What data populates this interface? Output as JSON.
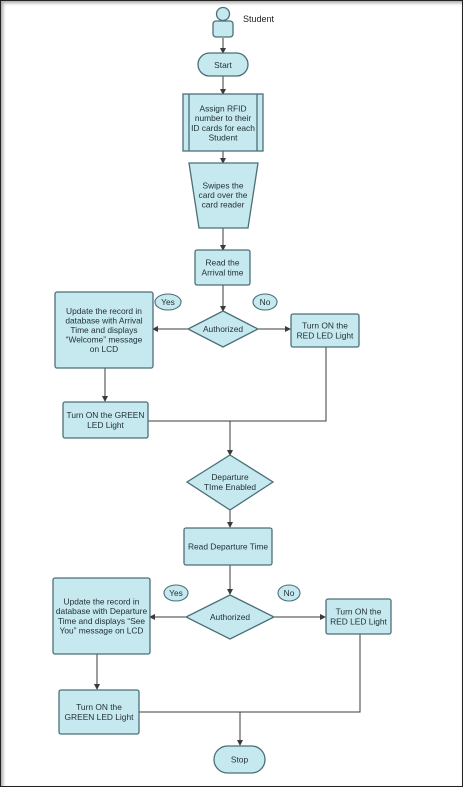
{
  "diagram": {
    "actor": {
      "label": "Student"
    },
    "nodes": {
      "start": {
        "lines": [
          "Start"
        ]
      },
      "assign": {
        "lines": [
          "Assign RFID",
          "number to their",
          "ID cards for each",
          "Student"
        ]
      },
      "swipe": {
        "lines": [
          "Swipes the",
          "card over the",
          "card reader"
        ]
      },
      "read_arrival": {
        "lines": [
          "Read the",
          "Arrival time"
        ]
      },
      "authorized1": {
        "lines": [
          "Authorized"
        ]
      },
      "update_arrival": {
        "lines": [
          "Update the record in",
          "database with Arrival",
          "Time and displays",
          "“Welcome” message",
          "on LCD"
        ]
      },
      "red1": {
        "lines": [
          "Turn ON the",
          "RED LED Light"
        ]
      },
      "green1": {
        "lines": [
          "Turn ON the GREEN",
          "LED Light"
        ]
      },
      "departure_enabled": {
        "lines": [
          "Departure",
          "TIme Enabled"
        ]
      },
      "read_departure": {
        "lines": [
          "Read Departure Time"
        ]
      },
      "authorized2": {
        "lines": [
          "Authorized"
        ]
      },
      "update_departure": {
        "lines": [
          "Update the record in",
          "database with Departure",
          "Time and displays “See",
          "You” message on LCD"
        ]
      },
      "red2": {
        "lines": [
          "Turn ON the",
          "RED LED Light"
        ]
      },
      "green2": {
        "lines": [
          "Turn ON the",
          "GREEN LED Light"
        ]
      },
      "stop": {
        "lines": [
          "Stop"
        ]
      }
    },
    "branch_labels": {
      "yes1": "Yes",
      "no1": "No",
      "yes2": "Yes",
      "no2": "No"
    }
  },
  "colors": {
    "node_fill": "#c6e8ef",
    "node_stroke": "#4a6f78",
    "edge": "#3b3b3b"
  }
}
